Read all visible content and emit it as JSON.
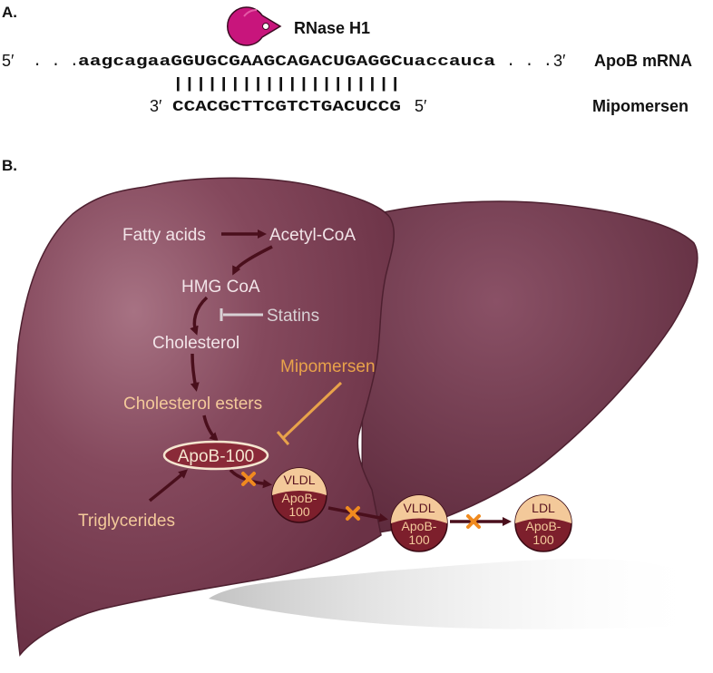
{
  "panel_a": {
    "label": "A.",
    "enzyme": "RNase H1",
    "mrna": {
      "five_prime": "5′",
      "leading_dots": ". . .",
      "sequence": "aagcagaaGGUGCGAAGCAGACUGAGGCuaccauca",
      "trailing_dots": ". . .",
      "three_prime": "3′",
      "label": "ApoB mRNA"
    },
    "pairing_bars": "||||||||||||||||||||",
    "drug": {
      "three_prime": "3′",
      "sequence": "CCACGCTTCGTCTGACUCCG",
      "five_prime": "5′",
      "label": "Mipomersen"
    }
  },
  "panel_b": {
    "label": "B.",
    "pathway": {
      "fatty_acids": "Fatty acids",
      "acetyl_coa": "Acetyl-CoA",
      "hmg_coa": "HMG CoA",
      "statins": "Statins",
      "cholesterol": "Cholesterol",
      "mipomersen": "Mipomersen",
      "cholesterol_esters": "Cholesterol esters",
      "apob100": "ApoB-100",
      "triglycerides": "Triglycerides"
    },
    "particles": [
      {
        "name": "VLDL",
        "protein_line1": "ApoB-",
        "protein_line2": "100"
      },
      {
        "name": "VLDL",
        "protein_line1": "ApoB-",
        "protein_line2": "100"
      },
      {
        "name": "LDL",
        "protein_line1": "ApoB-",
        "protein_line2": "100"
      }
    ]
  },
  "colors": {
    "liver": "#7a3f52",
    "liver_shadow": "#5f2c3e",
    "enzyme": "#c8157c",
    "arrow": "#4a0f1c",
    "white_text": "#f2e4e8",
    "orange": "#e8a24a",
    "peach": "#f3c99a",
    "inhibit": "#f08a1f",
    "particle_bottom": "#7d1f2c"
  }
}
